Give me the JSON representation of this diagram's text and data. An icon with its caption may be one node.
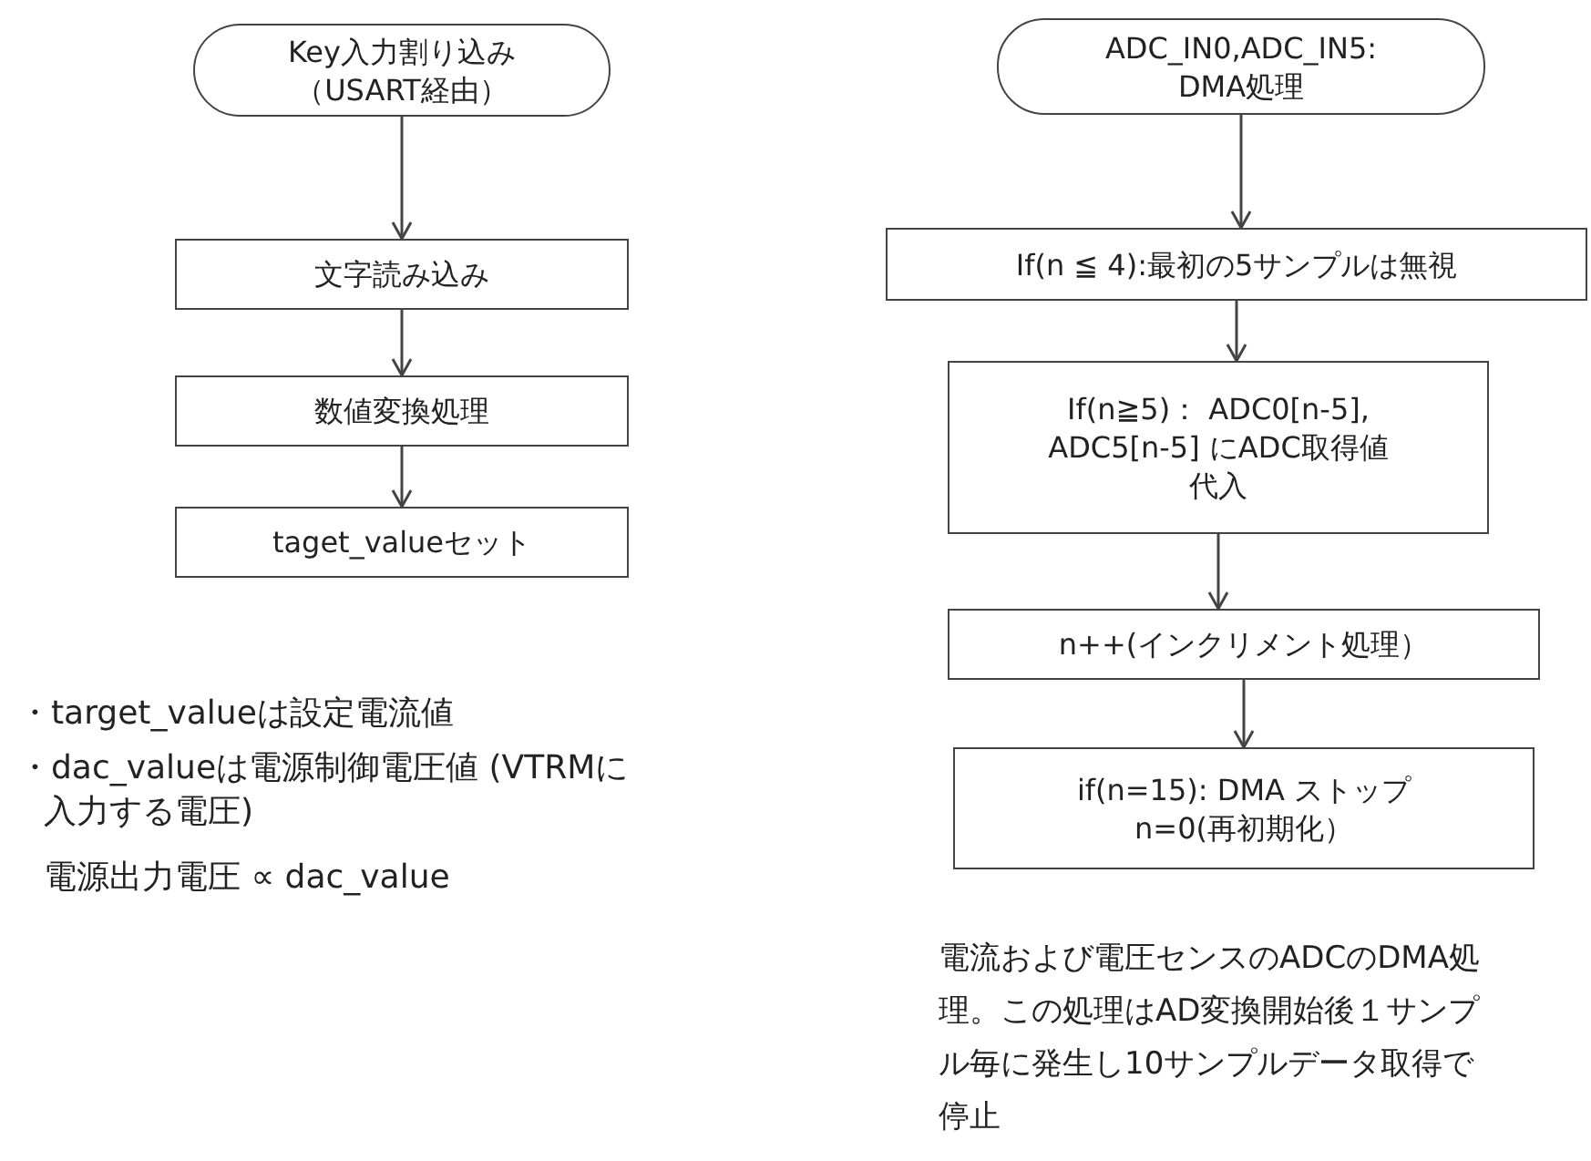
{
  "diagram": {
    "nodes": [
      {
        "text": [
          "Key入力割り込み（USART経由）"
        ]
      },
      {
        "text": [
          "文字読み込み"
        ]
      },
      {
        "text": [
          "数値変換処理"
        ]
      },
      {
        "text": [
          "taget_valueセット"
        ]
      },
      {
        "text": [
          "ADC_IN0,ADC_IN5: DMA処理"
        ]
      },
      {
        "text": [
          "If(n ≦ 4):最初の5サンプルは無視"
        ]
      },
      {
        "text": [
          "If(n≧5)： ADC0[n-5], ADC5[n-5] にADC取得値代入"
        ]
      },
      {
        "text": [
          "n++(インクリメント処理）"
        ]
      },
      {
        "text": [
          "if(n=15): DMA ストップ n=0(再初期化）"
        ]
      }
    ],
    "edges": [
      {
        "from": 0,
        "to": 1,
        "arrow": "to"
      },
      {
        "from": 1,
        "to": 2,
        "arrow": "to"
      },
      {
        "from": 2,
        "to": 3,
        "arrow": "to"
      },
      {
        "from": 4,
        "to": 5,
        "arrow": "to"
      },
      {
        "from": 5,
        "to": 6,
        "arrow": "to"
      },
      {
        "from": 6,
        "to": 7,
        "arrow": "to"
      },
      {
        "from": 7,
        "to": 8,
        "arrow": "to"
      }
    ],
    "labels": [
      "・target_valueは設定電流値",
      "・dac_valueは電源制御電圧値 (VTRMに入力する電圧)",
      "電源出力電圧 ∝ dac_value",
      "電流および電圧センスのADCのDMA処理。この処理はAD変換開始後１サンプル毎に発生し10サンプルデータ取得で停止"
    ]
  }
}
